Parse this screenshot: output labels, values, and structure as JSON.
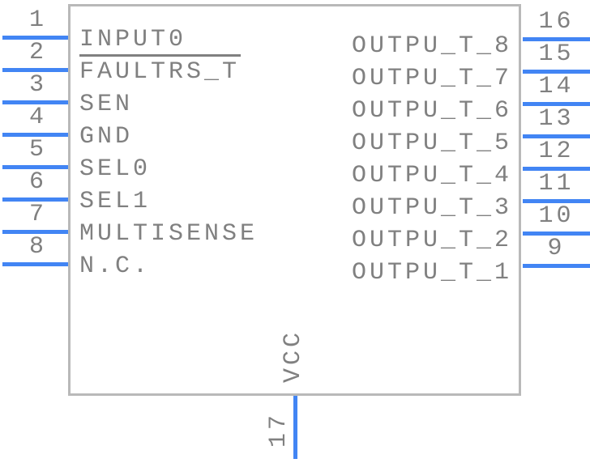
{
  "component": {
    "description": "IC schematic symbol pinout",
    "colors": {
      "pin_blue": "#4285f4",
      "body_border_gray": "#b9b9b9",
      "text_gray": "#808080",
      "background": "#ffffff"
    },
    "left_pins": [
      {
        "number": "1",
        "label": "INPUT0"
      },
      {
        "number": "2",
        "label": "FAULTRS_T",
        "overbar": true
      },
      {
        "number": "3",
        "label": "SEN"
      },
      {
        "number": "4",
        "label": "GND"
      },
      {
        "number": "5",
        "label": "SEL0"
      },
      {
        "number": "6",
        "label": "SEL1"
      },
      {
        "number": "7",
        "label": "MULTISENSE"
      },
      {
        "number": "8",
        "label": "N.C."
      }
    ],
    "right_pins": [
      {
        "number": "16",
        "label": "OUTPU_T_8"
      },
      {
        "number": "15",
        "label": "OUTPU_T_7"
      },
      {
        "number": "14",
        "label": "OUTPU_T_6"
      },
      {
        "number": "13",
        "label": "OUTPU_T_5"
      },
      {
        "number": "12",
        "label": "OUTPU_T_4"
      },
      {
        "number": "11",
        "label": "OUTPU_T_3"
      },
      {
        "number": "10",
        "label": "OUTPU_T_2"
      },
      {
        "number": "9",
        "label": "OUTPU_T_1"
      }
    ],
    "bottom_pins": [
      {
        "number": "17",
        "label": "VCC"
      }
    ]
  }
}
